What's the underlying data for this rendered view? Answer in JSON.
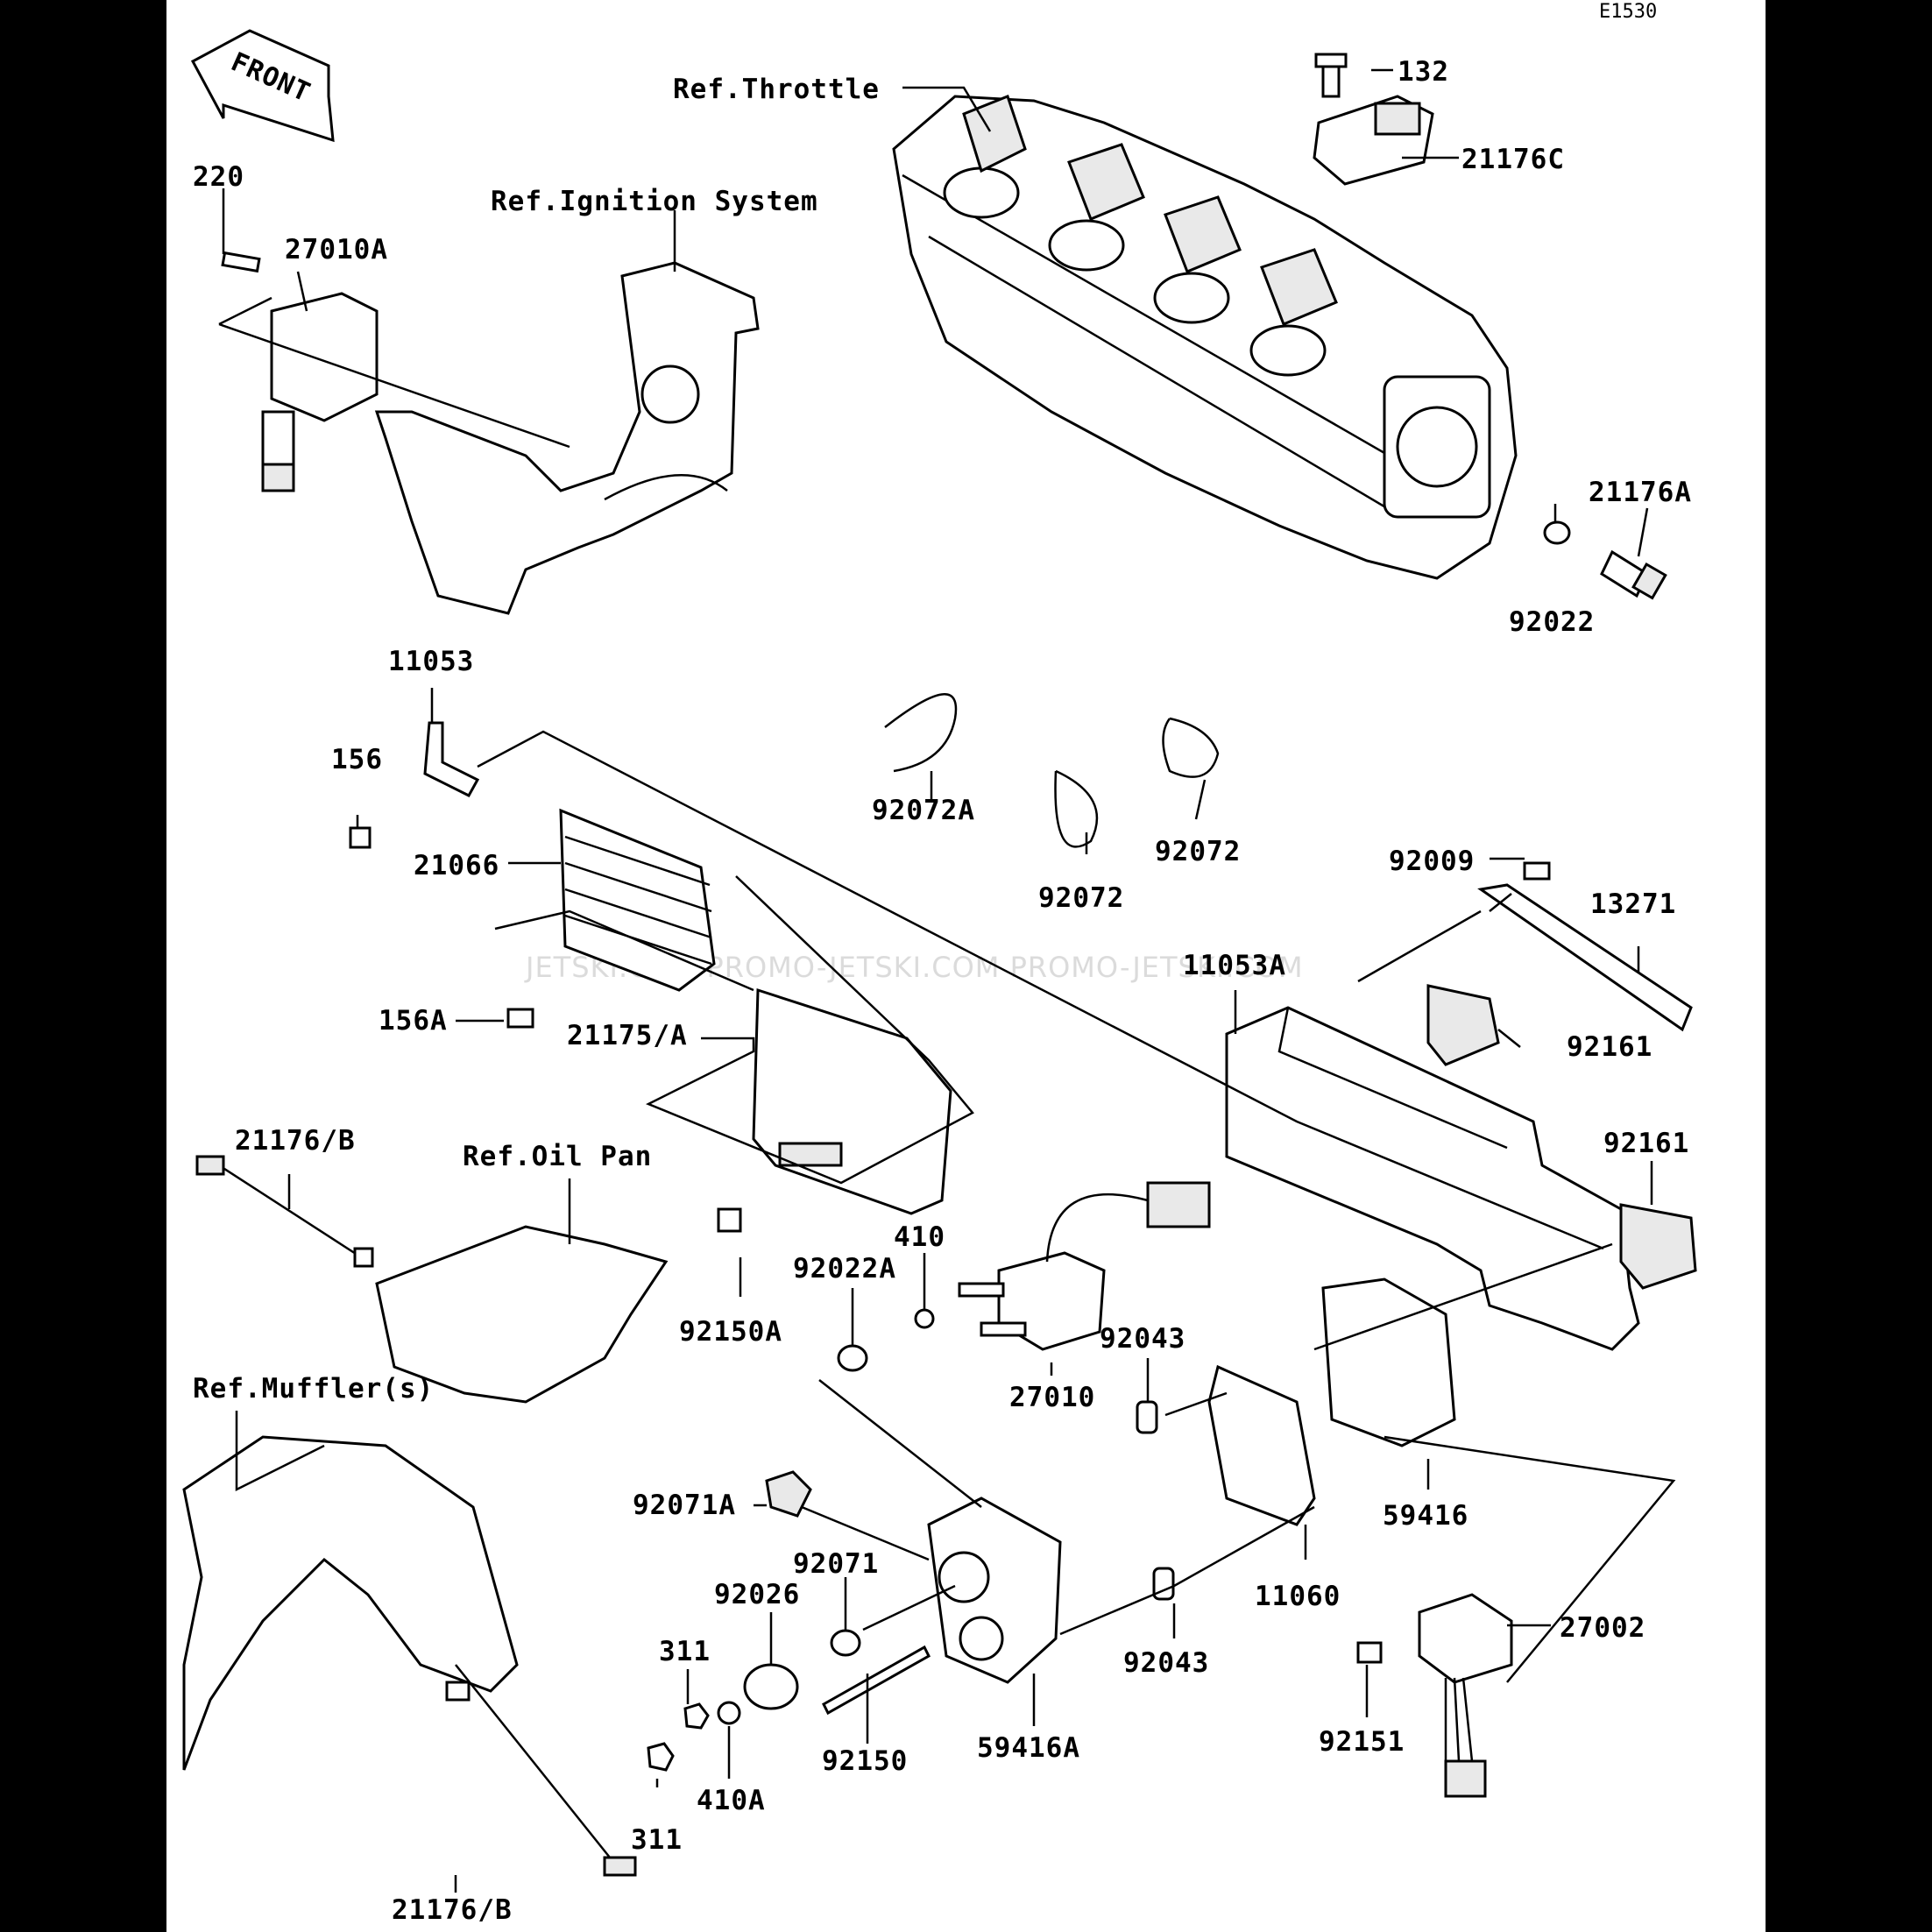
{
  "diagram_code": "E1530",
  "front_arrow_label": "FRONT",
  "watermark": "JETSKI.COM  PROMO-JETSKI.COM  PROMO-JETSKI.COM",
  "labels": {
    "ref_throttle": "Ref.Throttle",
    "ref_ignition": "Ref.Ignition System",
    "ref_oil_pan": "Ref.Oil Pan",
    "ref_muffler": "Ref.Muffler(s)",
    "p132": "132",
    "p21176C": "21176C",
    "p220": "220",
    "p27010A": "27010A",
    "p21176A": "21176A",
    "p92022": "92022",
    "p11053": "11053",
    "p156": "156",
    "p92072A": "92072A",
    "p92072a": "92072",
    "p92072b": "92072",
    "p21066": "21066",
    "p92009": "92009",
    "p13271": "13271",
    "p156A": "156A",
    "p21175A": "21175/A",
    "p11053A": "11053A",
    "p92161a": "92161",
    "p92161b": "92161",
    "p21176B_top": "21176/B",
    "p410": "410",
    "p92022A": "92022A",
    "p92150A": "92150A",
    "p92043a": "92043",
    "p27010": "27010",
    "p59416": "59416",
    "p92071A": "92071A",
    "p92071": "92071",
    "p92026": "92026",
    "p311a": "311",
    "p311b": "311",
    "p410A": "410A",
    "p92150": "92150",
    "p59416A": "59416A",
    "p11060": "11060",
    "p92043b": "92043",
    "p27002": "27002",
    "p92151": "92151",
    "p21176B_bot": "21176/B"
  }
}
